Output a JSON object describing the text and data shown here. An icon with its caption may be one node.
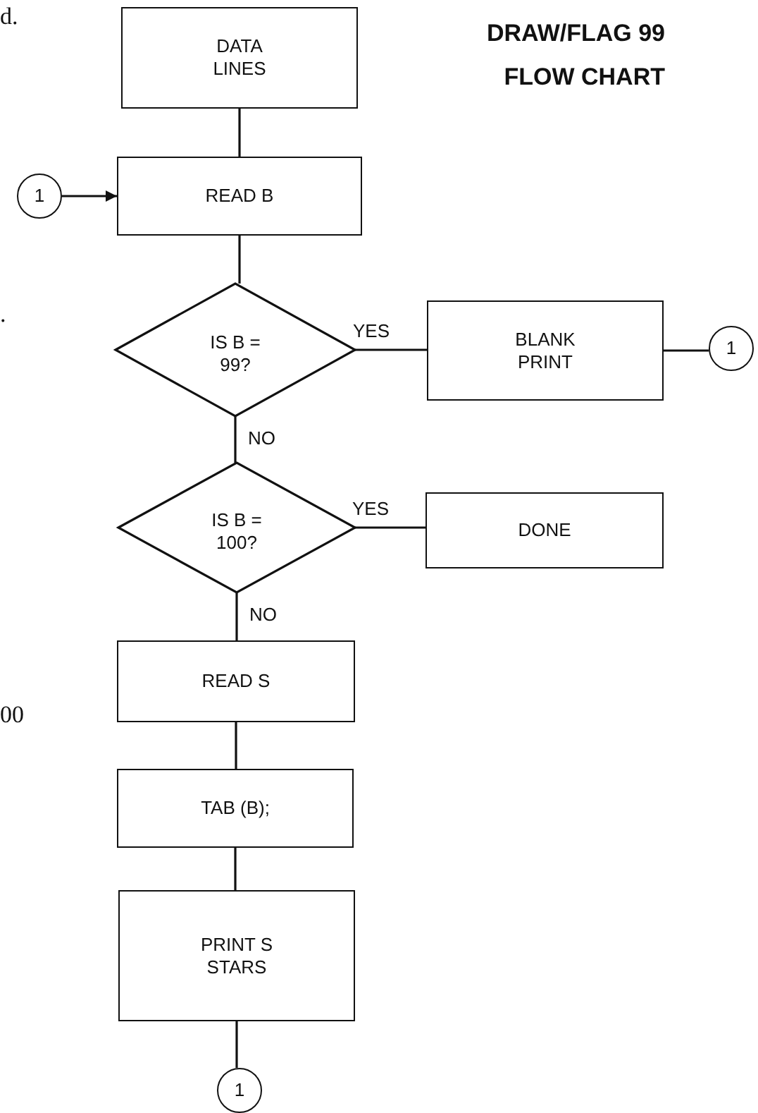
{
  "diagram": {
    "title": "DRAW/FLAG 99 FLOW CHART",
    "nodes": [
      {
        "text": [
          "DATA LINES"
        ]
      },
      {
        "text": [
          "1"
        ]
      },
      {
        "text": [
          "READ B"
        ]
      },
      {
        "text": [
          "IS B = 99?"
        ]
      },
      {
        "text": [
          "BLANK PRINT"
        ]
      },
      {
        "text": [
          "1"
        ]
      },
      {
        "text": [
          "IS B = 100?"
        ]
      },
      {
        "text": [
          "DONE"
        ]
      },
      {
        "text": [
          "READ S"
        ]
      },
      {
        "text": [
          "TAB (B);"
        ]
      },
      {
        "text": [
          "PRINT S STARS"
        ]
      },
      {
        "text": [
          "1"
        ]
      }
    ],
    "edges": [
      {
        "from": 0,
        "to": 2,
        "arrow": "none"
      },
      {
        "from": 1,
        "to": 2,
        "arrow": "to"
      },
      {
        "from": 2,
        "to": 3,
        "arrow": "none"
      },
      {
        "from": 3,
        "to": 4,
        "arrow": "none",
        "label": "YES"
      },
      {
        "from": 4,
        "to": 5,
        "arrow": "none"
      },
      {
        "from": 3,
        "to": 6,
        "arrow": "none",
        "label": "NO"
      },
      {
        "from": 6,
        "to": 7,
        "arrow": "none",
        "label": "YES"
      },
      {
        "from": 6,
        "to": 8,
        "arrow": "none",
        "label": "NO"
      },
      {
        "from": 8,
        "to": 9,
        "arrow": "none"
      },
      {
        "from": 9,
        "to": 10,
        "arrow": "none"
      },
      {
        "from": 10,
        "to": 11,
        "arrow": "none"
      }
    ],
    "labels": [
      "d.",
      ".",
      "00"
    ]
  }
}
